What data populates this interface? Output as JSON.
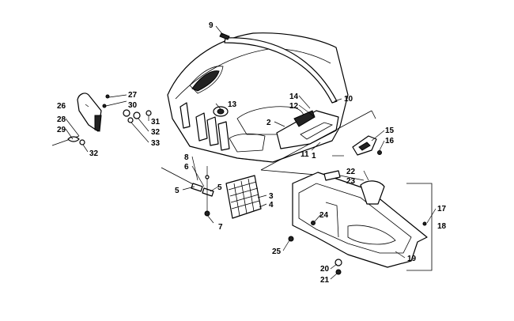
{
  "callouts": [
    "1",
    "2",
    "3",
    "4",
    "5",
    "5",
    "6",
    "7",
    "8",
    "9",
    "10",
    "11",
    "12",
    "13",
    "14",
    "15",
    "16",
    "17",
    "18",
    "19",
    "20",
    "21",
    "22",
    "23",
    "24",
    "25",
    "26",
    "27",
    "28",
    "29",
    "30",
    "31",
    "32",
    "32",
    "33"
  ]
}
